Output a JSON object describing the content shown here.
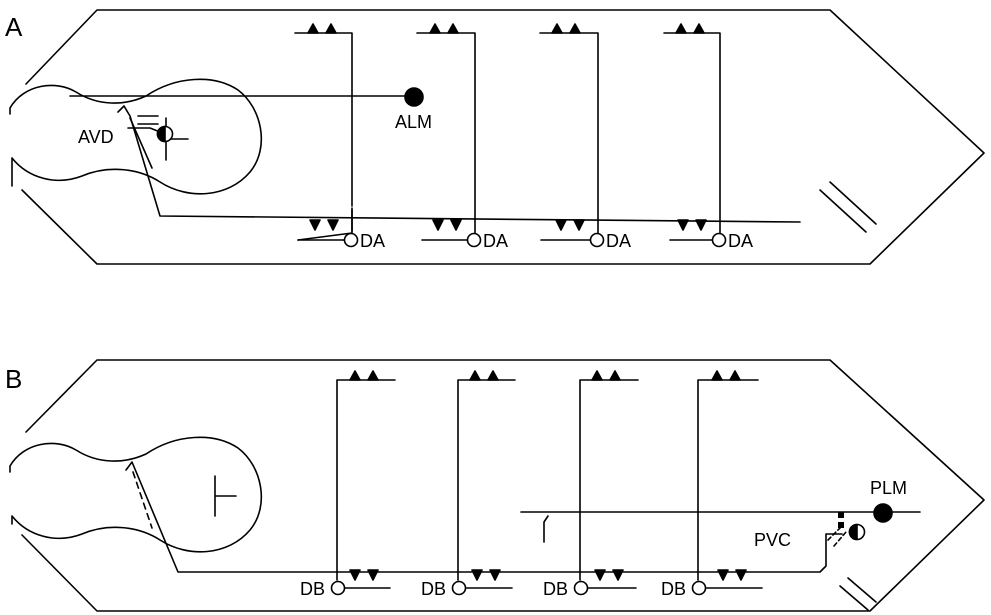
{
  "panels": [
    {
      "label": "A",
      "cells": {
        "interneuron": "AVD",
        "touch_sensor": "ALM",
        "motor_neurons": [
          "DA",
          "DA",
          "DA",
          "DA"
        ]
      }
    },
    {
      "label": "B",
      "cells": {
        "interneuron": "PVC",
        "touch_sensor": "PLM",
        "motor_neurons": [
          "DB",
          "DB",
          "DB",
          "DB"
        ]
      }
    }
  ],
  "colors": {
    "line": "#000000",
    "background": "#ffffff"
  }
}
